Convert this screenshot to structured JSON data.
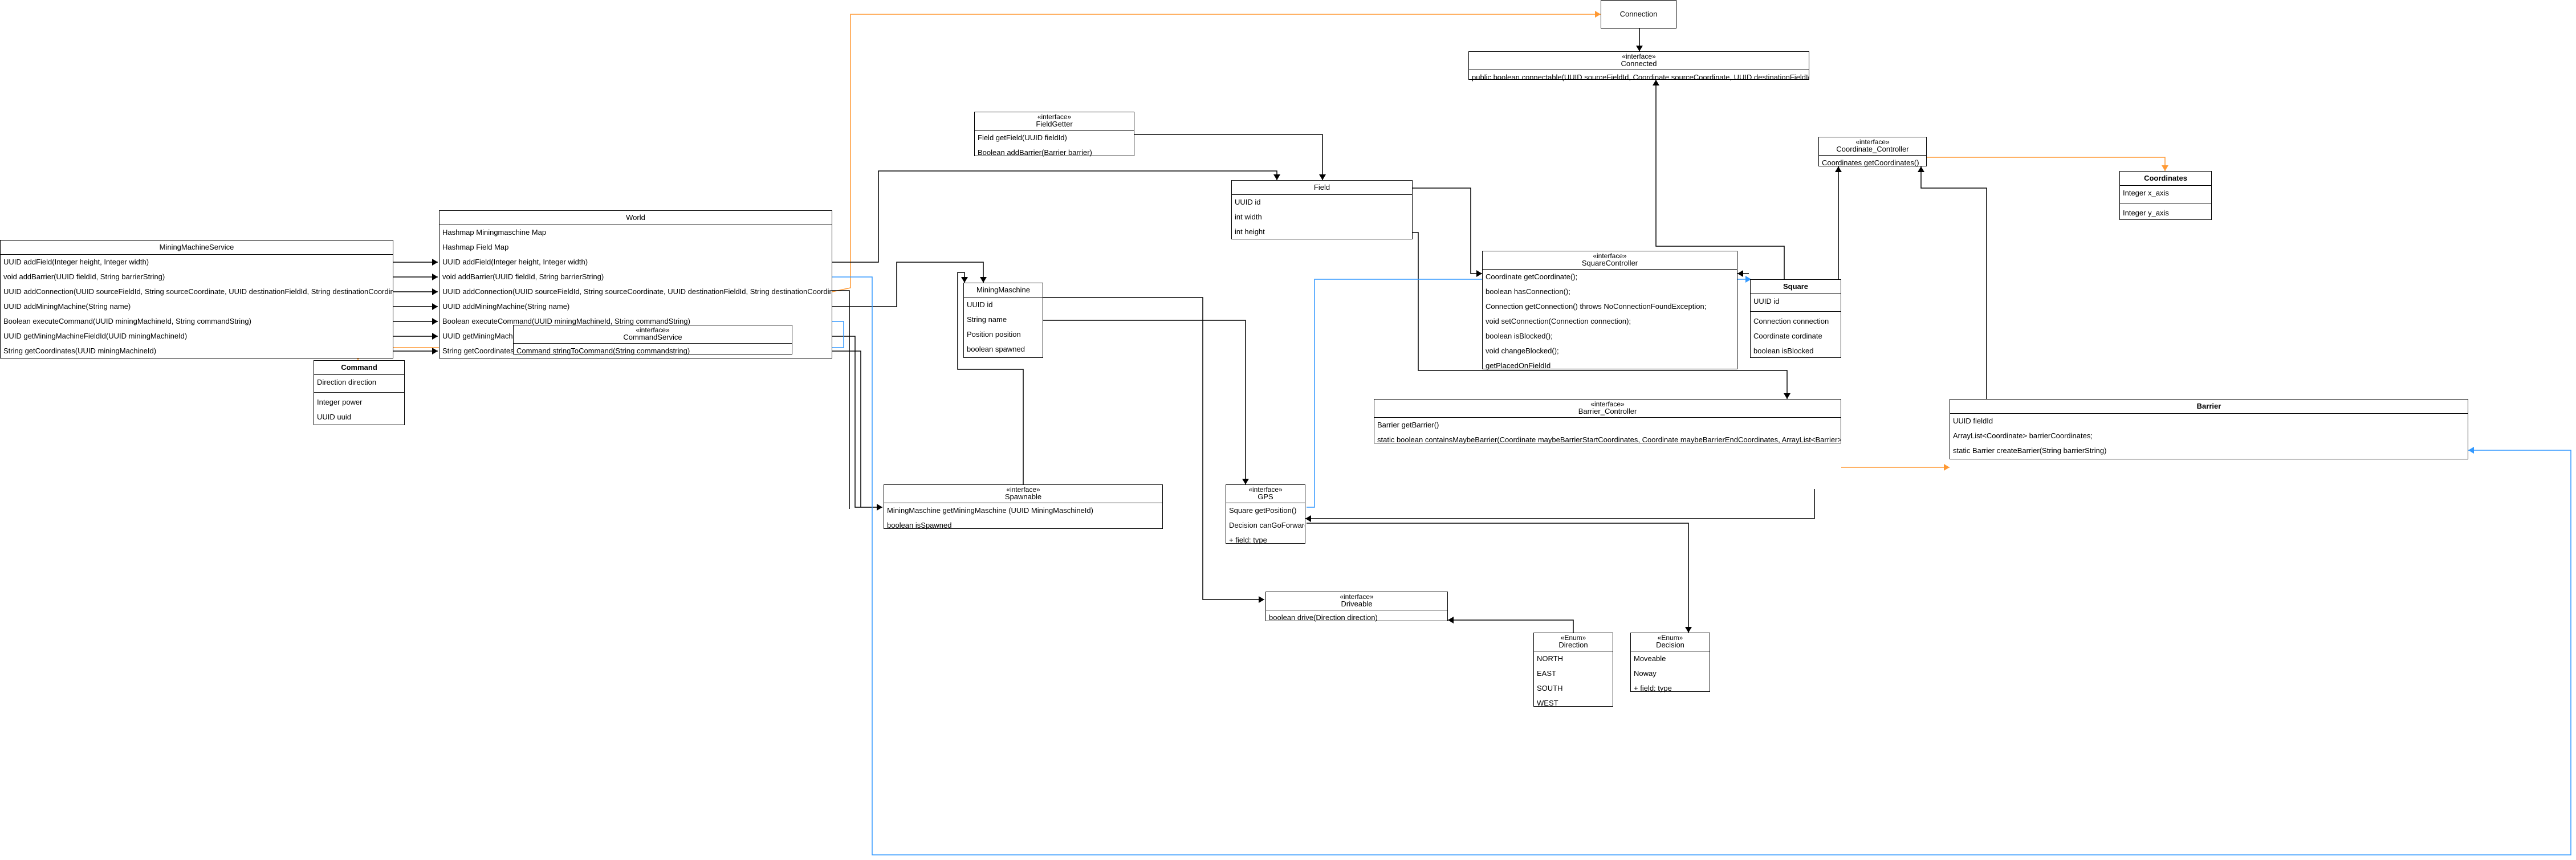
{
  "colors": {
    "line": "#000000",
    "orange": "#ff9933",
    "blue": "#3399ff"
  },
  "classes": {
    "connection": {
      "title": "Connection"
    },
    "connected": {
      "stereotype": "«interface»",
      "title": "Connected",
      "methods": [
        "public boolean connectable(UUID sourceFieldId, Coordinate sourceCoordinate, UUID destinationFieldId)"
      ]
    },
    "fieldgetter": {
      "stereotype": "«interface»",
      "title": "FieldGetter",
      "methods": [
        "Field getField(UUID fieldId)",
        "Boolean addBarrier(Barrier barrier)"
      ]
    },
    "coordinate_controller": {
      "stereotype": "«interface»",
      "title": "Coordinate_Controller",
      "methods": [
        "Coordinates getCoordinates()"
      ]
    },
    "coordinates": {
      "title": "Coordinates",
      "fields": [
        "Integer x_axis"
      ],
      "fields2": [
        "Integer y_axis"
      ]
    },
    "field": {
      "title": "Field",
      "fields": [
        "UUID id",
        "int width",
        "int height"
      ]
    },
    "miningmachineservice": {
      "title": "MiningMachineService",
      "methods": [
        "UUID addField(Integer height, Integer width)",
        "void addBarrier(UUID fieldId, String barrierString)",
        "UUID addConnection(UUID sourceFieldId, String sourceCoordinate, UUID destinationFieldId, String destinationCoordinate)",
        "UUID addMiningMachine(String name)",
        "Boolean executeCommand(UUID miningMachineId, String commandString)",
        "UUID getMiningMachineFieldId(UUID miningMachineId)",
        "String getCoordinates(UUID miningMachineId)"
      ]
    },
    "world": {
      "title": "World",
      "fields": [
        "Hashmap Miningmaschine Map",
        "Hashmap Field Map",
        "UUID addField(Integer height, Integer width)",
        "void addBarrier(UUID fieldId, String barrierString)",
        "UUID addConnection(UUID sourceFieldId, String sourceCoordinate, UUID destinationFieldId, String destinationCoordinate)",
        "UUID addMiningMachine(String name)",
        "Boolean executeCommand(UUID miningMachineId, String commandString)",
        "UUID getMiningMachineFieldId(UUID miningMachineId)",
        "String getCoordinates(UUID miningMachineId)"
      ]
    },
    "miningmaschine": {
      "title": "MiningMaschine",
      "fields": [
        "UUID id",
        "String name",
        "Position position",
        "boolean spawned"
      ]
    },
    "squarecontroller": {
      "stereotype": "«interface»",
      "title": "SquareController",
      "methods": [
        "Coordinate getCoordinate();",
        "boolean hasConnection();",
        "Connection getConnection() throws NoConnectionFoundException;",
        "void setConnection(Connection connection);",
        "boolean isBlocked();",
        "void changeBlocked();",
        "getPlacedOnFieldId"
      ]
    },
    "square": {
      "title": "Square",
      "fields": [
        "UUID id"
      ],
      "fields2": [
        "Connection connection",
        "Coordinate cordinate",
        "boolean isBlocked"
      ]
    },
    "commandservice": {
      "stereotype": "«interface»",
      "title": "CommandService",
      "methods": [
        "Command stringToCommand(String commandstring)"
      ]
    },
    "command": {
      "title": "Command",
      "fields": [
        "Direction direction"
      ],
      "fields2": [
        "Integer power",
        "UUID uuid"
      ]
    },
    "barrier_controller": {
      "stereotype": "«interface»",
      "title": "Barrier_Controller",
      "methods": [
        "Barrier getBarrier()",
        "static boolean containsMaybeBarrier(Coordinate maybeBarrierStartCoordinates, Coordinate maybeBarrierEndCoordinates, ArrayList<Barrier> Barrier"
      ]
    },
    "barrier": {
      "title": "Barrier",
      "fields": [
        "UUID fieldId"
      ],
      "fields2": [
        "ArrayList<Coordinate> barrierCoordinates;"
      ],
      "fields3": [
        "static Barrier createBarrier(String barrierString)"
      ]
    },
    "spawnable": {
      "stereotype": "«interface»",
      "title": "Spawnable",
      "methods": [
        "MiningMaschine getMiningMaschine (UUID MiningMaschineId)",
        "boolean isSpawned"
      ]
    },
    "gps": {
      "stereotype": "«interface»",
      "title": "GPS",
      "methods": [
        "Square getPosition()",
        "Decision canGoForward",
        "+ field: type"
      ]
    },
    "driveable": {
      "stereotype": "«interface»",
      "title": "Driveable",
      "methods": [
        "boolean drive(Direction direction)"
      ]
    },
    "direction": {
      "stereotype": "«Enum»",
      "title": "Direction",
      "values": [
        "NORTH",
        "EAST",
        "SOUTH",
        "WEST"
      ]
    },
    "decision": {
      "stereotype": "«Enum»",
      "title": "Decision",
      "values": [
        "Moveable",
        "Noway",
        "+ field: type"
      ]
    }
  }
}
